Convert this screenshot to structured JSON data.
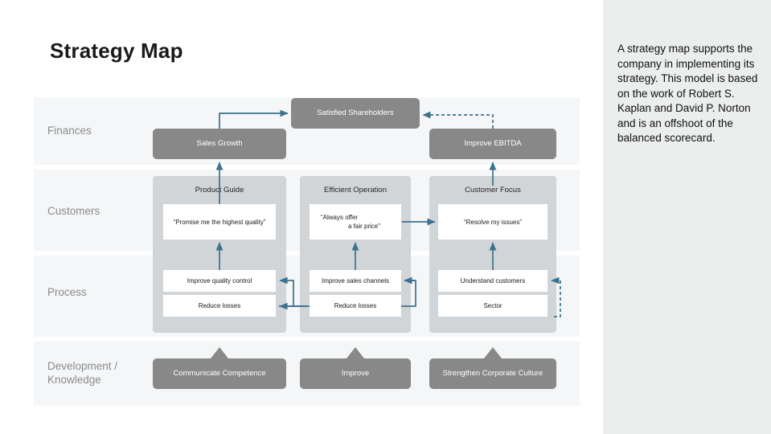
{
  "title": "Strategy Map",
  "side_note": "A strategy map supports the company in implementing its strategy. This model is based on the work of Robert S. Kaplan and David P. Norton and is an offshoot of the balanced scorecard.",
  "colors": {
    "objective_box": "#888888",
    "column_panel": "#d2d5d8",
    "row_band": "#f5f6f7",
    "side_panel": "#eceded",
    "arrow": "#3a7290",
    "value_box": "#ffffff",
    "label_text": "#8b8b8b"
  },
  "perspectives": [
    {
      "label": "Finances"
    },
    {
      "label": "Customers"
    },
    {
      "label": "Process"
    },
    {
      "label": "Development / Knowledge"
    }
  ],
  "finances": {
    "sales_growth": "Sales Growth",
    "satisfied_shareholders": "Satisfied Shareholders",
    "improve_ebitda": "Improve EBITDA"
  },
  "columns": [
    {
      "header": "Product Guide"
    },
    {
      "header": "Efficient Operation"
    },
    {
      "header": "Customer Focus"
    }
  ],
  "customer_promises": [
    "“Promise me the highest quality”",
    {
      "line1": "“Always offer",
      "line2": "a fair price”"
    },
    "“Resolve my issues”"
  ],
  "process": {
    "col1": [
      "Improve quality control",
      "Reduce losses"
    ],
    "col2": [
      "Improve sales channels",
      "Reduce losses"
    ],
    "col3": [
      "Understand customers",
      "Sector"
    ]
  },
  "development": [
    "Communicate Competence",
    "Improve",
    "Strengthen Corporate Culture"
  ]
}
